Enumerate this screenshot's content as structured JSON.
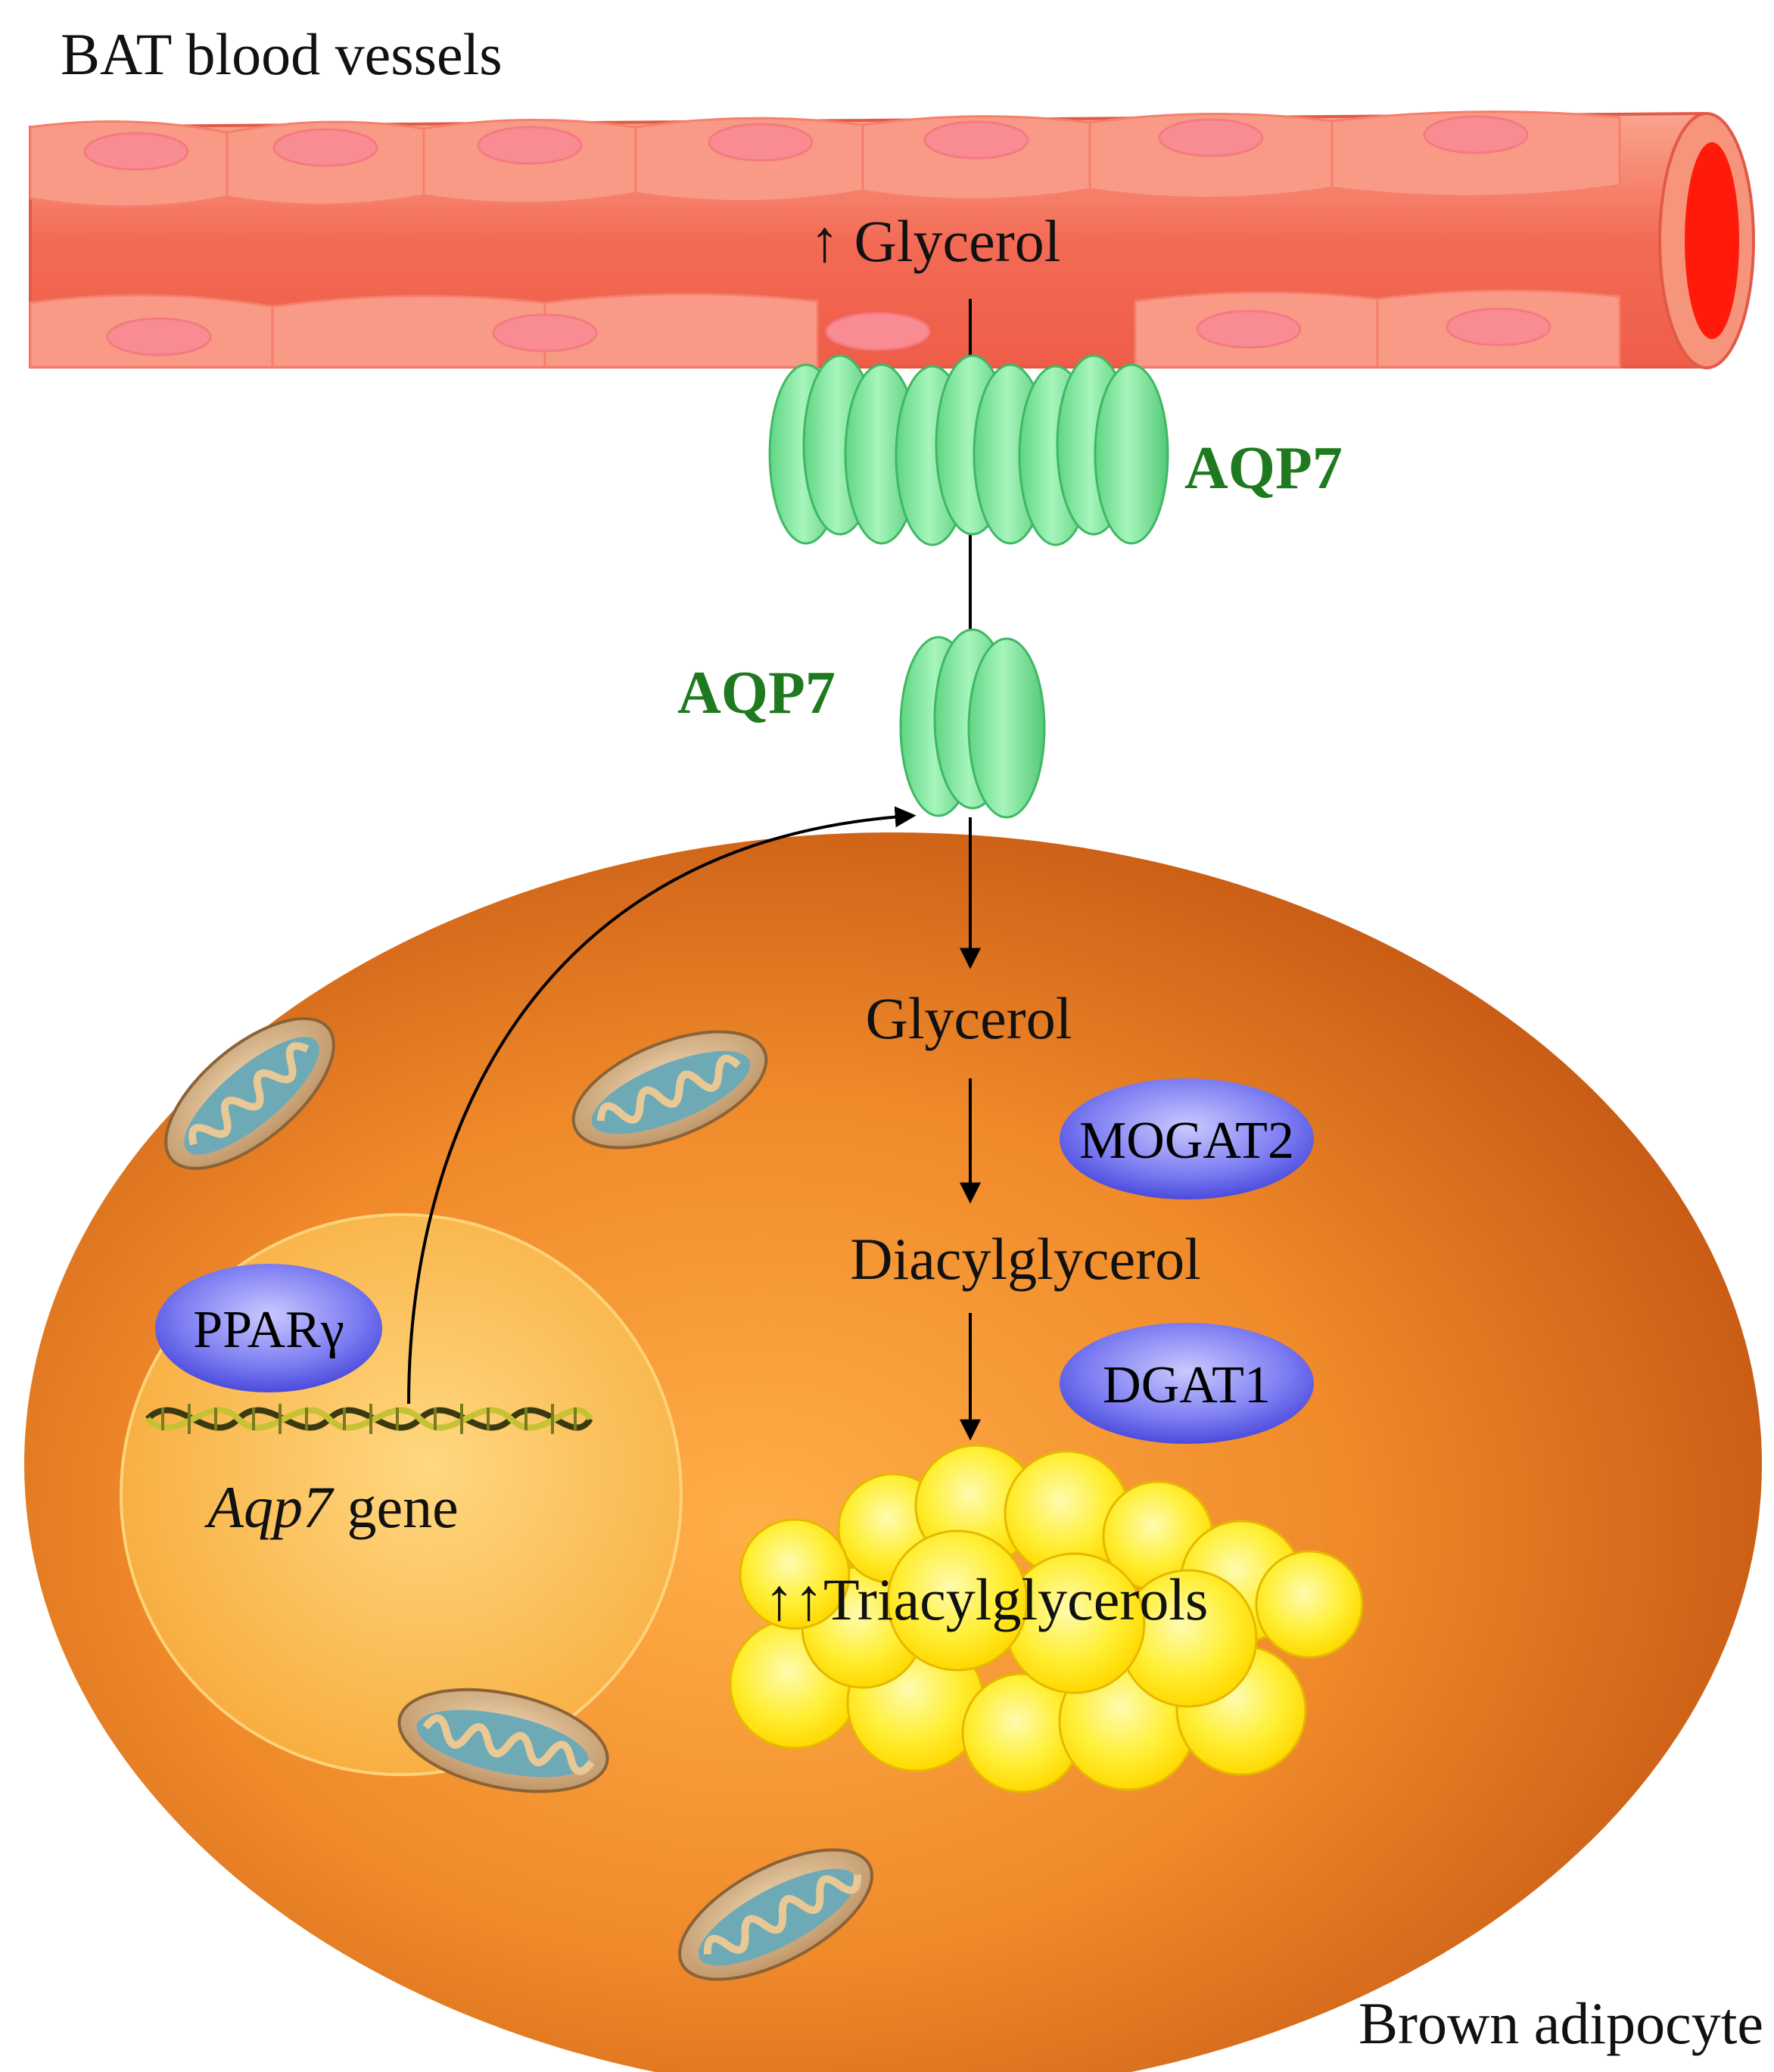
{
  "blood_vessel": {
    "label": "BAT blood vessels",
    "glycerol_label": "↑ Glycerol"
  },
  "membrane_channels": {
    "vessel_aqp7_label": "AQP7",
    "cell_aqp7_label": "AQP7"
  },
  "cell": {
    "label": "Brown adipocyte",
    "nucleus": {
      "transcription_factor": "PPARγ",
      "gene_label_italic": "Aqp7",
      "gene_label_suffix": " gene"
    },
    "pathway": {
      "glycerol": "Glycerol",
      "enzyme_1": "MOGAT2",
      "diacylglycerol": "Diacylglycerol",
      "enzyme_2": "DGAT1",
      "triacylglycerols": "↑↑Triacylglycerols"
    }
  },
  "colors": {
    "vessel": "#f36b55",
    "vessel_cell_nucleus": "#f89aa0",
    "channel": "#7ee39a",
    "channel_label": "#1f7a1f",
    "cell": "#e87a22",
    "nucleus": "#ffc36a",
    "enzyme": "#6b6bef",
    "lipid_droplet": "#ffee33"
  }
}
